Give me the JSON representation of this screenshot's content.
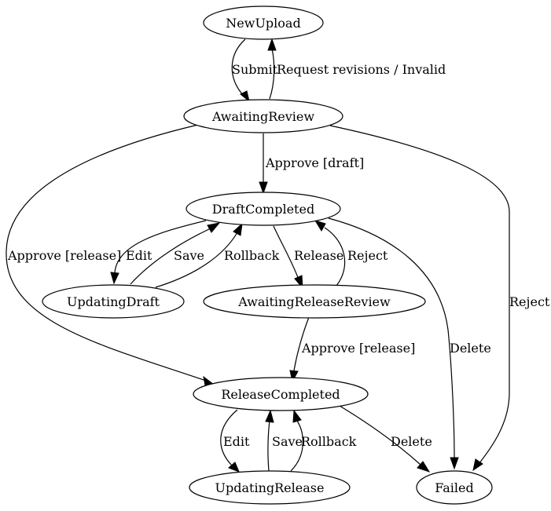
{
  "diagram": {
    "nodes": {
      "new_upload": "NewUpload",
      "awaiting_review": "AwaitingReview",
      "draft_completed": "DraftCompleted",
      "updating_draft": "UpdatingDraft",
      "awaiting_release_review": "AwaitingReleaseReview",
      "release_completed": "ReleaseCompleted",
      "updating_release": "UpdatingRelease",
      "failed": "Failed"
    },
    "edges": {
      "submit": "Submit",
      "request_revisions": "Request revisions / Invalid",
      "approve_draft": "Approve [draft]",
      "approve_release_direct": "Approve [release]",
      "reject_to_failed": "Reject",
      "edit_draft": "Edit",
      "save_draft": "Save",
      "rollback_draft": "Rollback",
      "release": "Release",
      "reject_release": "Reject",
      "delete_draft": "Delete",
      "approve_release": "Approve [release]",
      "edit_release": "Edit",
      "save_release": "Save",
      "rollback_release": "Rollback",
      "delete_release": "Delete"
    }
  }
}
